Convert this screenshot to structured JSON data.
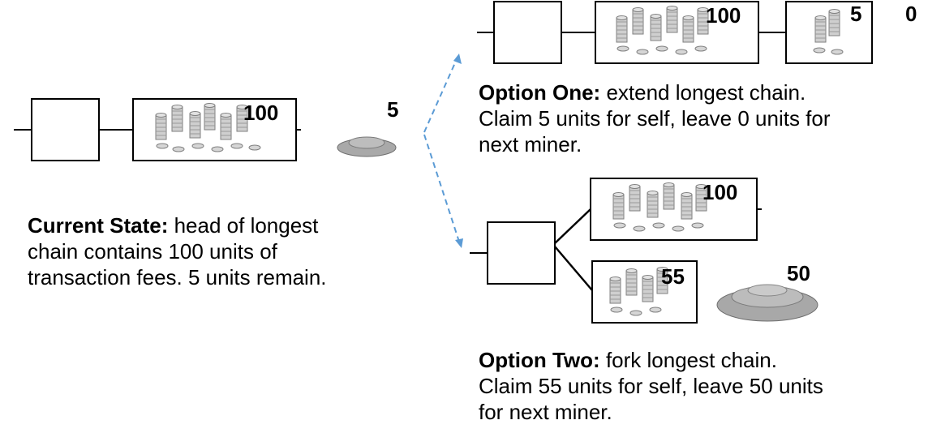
{
  "current": {
    "block_fee": "100",
    "remaining": "5",
    "caption_bold": "Current State:",
    "caption_line1": "head of longest",
    "caption_line2": "chain contains 100 units of",
    "caption_line3": "transaction fees. 5 units remain."
  },
  "option_one": {
    "block_fee": "100",
    "new_block_fee": "5",
    "leftover": "0",
    "caption_bold": "Option One:",
    "caption_line1": "extend longest chain.",
    "caption_line2": "Claim 5 units for self, leave 0 units for",
    "caption_line3": "next miner."
  },
  "option_two": {
    "top_block_fee": "100",
    "fork_block_fee": "55",
    "leftover": "50",
    "caption_bold": "Option Two:",
    "caption_line1": "fork longest chain.",
    "caption_line2": "Claim 55 units for self, leave 50 units",
    "caption_line3": "for next miner."
  },
  "colors": {
    "arrow": "#5b9bd5",
    "coin": "#c8c8c8",
    "coin_edge": "#7a7a7a",
    "pile": "#a8a8a8"
  }
}
